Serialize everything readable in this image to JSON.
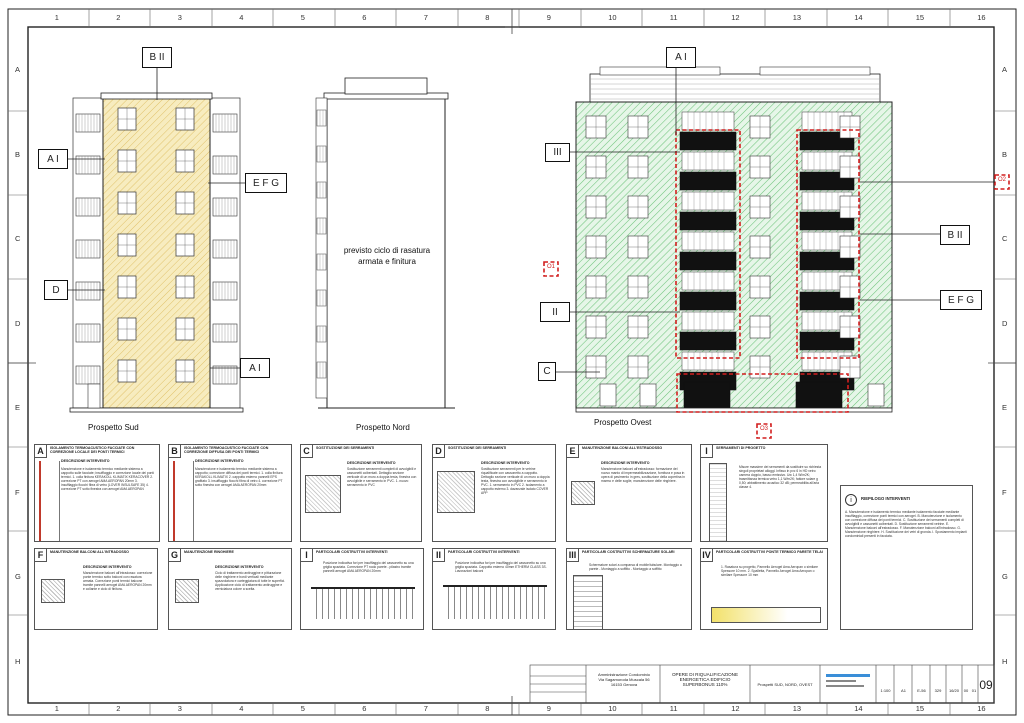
{
  "grid": {
    "cols": [
      "1",
      "2",
      "3",
      "4",
      "5",
      "6",
      "7",
      "8",
      "9",
      "10",
      "11",
      "12",
      "13",
      "14",
      "15",
      "16"
    ],
    "rows": [
      "A",
      "B",
      "C",
      "D",
      "E",
      "F",
      "G",
      "H"
    ]
  },
  "colors": {
    "hatch_yellow": "#f3e3a0",
    "hatch_green": "#8fd39a",
    "red_dash": "#d21f1f",
    "line": "#222222"
  },
  "views": {
    "sud": {
      "caption": "Prospetto Sud",
      "tags": [
        "B II",
        "A I",
        "E F G",
        "D",
        "A I"
      ]
    },
    "nord": {
      "caption": "Prospetto Nord",
      "note_line1": "previsto ciclo di rasatura",
      "note_line2": "armata e finitura"
    },
    "ovest": {
      "caption": "Prospetto Ovest",
      "tags": [
        "A I",
        "III",
        "B II",
        "II",
        "C",
        "E F G"
      ],
      "red_tags": [
        "O2",
        "O1",
        "O3"
      ]
    }
  },
  "panels_top": [
    {
      "letter": "A",
      "title": "ISOLAMENTO TERMOACUSTICO FACCIATE CON CORREZIONE LOCALE DEI PONTI TERMICI",
      "sub": "DESCRIZIONE INTERVENTO",
      "text": "Manutenzione e isolamento termico mediante sistema a cappotto sulle facciate; insufflaggio e correzione locale dei ponti termici. 1. colla finitura KERAKOLL KLIMATIX KERACOVER 2. correzione PT con aerogel AMA AEROPAN 20mm 3. insufflaggio fiocchi fibra di vetro (LOVER INSULSAFE 35) 4. correzione PT sotto finestra con aerogel AMA AEROPAN"
    },
    {
      "letter": "B",
      "title": "ISOLAMENTO TERMOACUSTICO FACCIATE CON CORREZIONE DIFFUSA DEI PONTI TERMICI",
      "sub": "DESCRIZIONE INTERVENTO",
      "text": "Manutenzione e isolamento termico mediante sistema a cappotto; correzione diffusa dei ponti termici. 1. colla finitura KERAKOLL KLIMATIX 2. cappotto esterno pannelli EPS grafitato 3. insufflaggio fiocchi fibra di vetro 4. correzione PT sotto finestra con aerogel AMA AEROPAN 20mm"
    },
    {
      "letter": "C",
      "title": "SOSTITUZIONE DEI SERRAMENTI",
      "sub": "DESCRIZIONE INTERVENTO",
      "text": "Sostituzione serramenti completi di avvolgibili e cassonetti coibentati. Dettaglio sezione verticale di un muro a doppia testa, finestra con avvolgibile e serramento in PVC. 1. nuovo serramento in PVC"
    },
    {
      "letter": "D",
      "title": "SOSTITUZIONE DEI SERRAMENTI",
      "sub": "DESCRIZIONE INTERVENTO",
      "text": "Sostituzione serramenti per le vetrine riqualificate con cassonetto a cappotto. Dettaglio sezione verticale di un muro a doppia testa, finestra con avvolgibile e serramento in PVC. 1. serramento in PVC 2. isolamento a cappotto esterno 3. davanzale isolato COVER APP"
    },
    {
      "letter": "E",
      "title": "MANUTENZIONE BALCONI ALL'ESTRADOSSO",
      "sub": "DESCRIZIONE INTERVENTO",
      "text": "Manutenzione balconi all'estradosso: formazione del nuovo manto di impermeabilizzazione, fornitura e posa in opera di pavimento in gres, sostituzione della copertina in marmo e delle soglie, manutenzione delle ringhiere."
    },
    {
      "letter": "I",
      "title": "SERRAMENTI DI PROGETTO",
      "sub": "",
      "text": "Misure massime dei serramenti da sostituire su richiesta singoli proprietari alloggi. Infisso in pvc 6 in HD vetro camera doppio, basso emissivo. Uw 1,4 W/m2K; trasmittanza termica vetro 1,1 W/m2K; fattore solare g 0,50; abbattimento acustico 32 dB; permeabilita all'aria classe 4."
    }
  ],
  "panels_bottom": [
    {
      "letter": "F",
      "title": "MANUTENZIONE BALCONI ALL'INTRADOSSO",
      "sub": "DESCRIZIONE INTERVENTO",
      "text": "Manutenzione balconi all'intradosso: correzione ponte termico sotto balconi con rasatura armata. Correzione ponti termici balcone tramite pannelli aerogel AMA AEROPAN 20mm e collante e ciclo di finitura."
    },
    {
      "letter": "G",
      "title": "MANUTENZIONE RINGHIERE",
      "sub": "DESCRIZIONE INTERVENTO",
      "text": "Ciclo di trattamento antiruggine e pitturazione delle ringhiere e bordi verticali mediante spazzolatura e carteggiatura di tutte le superfici. Applicazione ciclo di trattamento antiruggine e verniciatura colore a scelta."
    },
    {
      "letter": "I",
      "title": "PARTICOLARI COSTRUTTIVI INTERVENTI",
      "sub": "",
      "text": "Posizione indicativa fori per insufflaggio del cassonetto su una griglia spaziata. Correzione PT nodo parete - pilastro tramite pannelli aerogel AMA AEROPAN 20mm"
    },
    {
      "letter": "II",
      "title": "PARTICOLARI COSTRUTTIVI INTERVENTI",
      "sub": "",
      "text": "Posizione indicativa fori per insufflaggio del cassonetto su una griglia spaziata. Cappotto esterno 40mm ETHERM CLASS 3S. Lavorazioni balconi"
    },
    {
      "letter": "III",
      "title": "PARTICOLARI COSTRUTTIVI SCHERMATURE SOLARI",
      "sub": "",
      "text": "Schermature solari a comparsa di mobile/tubulare. Montaggio a parete - Montaggio a soffitto - Montaggio a soffitto"
    },
    {
      "letter": "IV",
      "title": "PARTICOLARI COSTRUTTIVI PONTE TERMICO PARETE TELAI",
      "sub": "",
      "text": "1. Rasatura su progetto, Pannello Aerogel Ama Aeropan o similare Spessore 10 mm. 2. Spalletta, Pannello Aerogel Ama Aeropan o similare Spessore 10 mm"
    }
  ],
  "riepilogo": {
    "letter": "i",
    "title": "RIEPILOGO INTERVENTI",
    "text": "A. Manutenzione e isolamento termico mediante isolamento facciate mediante insufflaggio, correzione ponti termici con aerogel. B. Manutenzione e isolamento con correzione diffusa dei ponti termici. C. Sostituzione dei serramenti completi di avvolgibili e cassonetti coibentati. D. Sostituzione serramenti vetrine. E. Manutenzione balconi all'estradosso. F. Manutenzione balconi all'intradosso. G. Manutenzione ringhiere. H. Sostituzione dei vetri di gronda. I. Spostamento impianti condominiali presenti in facciata."
  },
  "title_block": {
    "client_line1": "Amministrazione Condominio",
    "client_line2": "Via Sagamoroda Muscala 56",
    "client_line3": "16153 Genova",
    "project_line1": "OPERE DI RIQUALIFICAZIONE",
    "project_line2": "ENERGETICA EDIFICIO",
    "project_line3": "SUPERBONUS 110%",
    "drawing_title": "Prospetti SUD, NORD, OVEST",
    "scale": "1:100",
    "format": "A1",
    "code": "E-56",
    "num": "329",
    "date": "16/20",
    "rev": "00",
    "sheet": "01",
    "drawing_no": "09"
  }
}
